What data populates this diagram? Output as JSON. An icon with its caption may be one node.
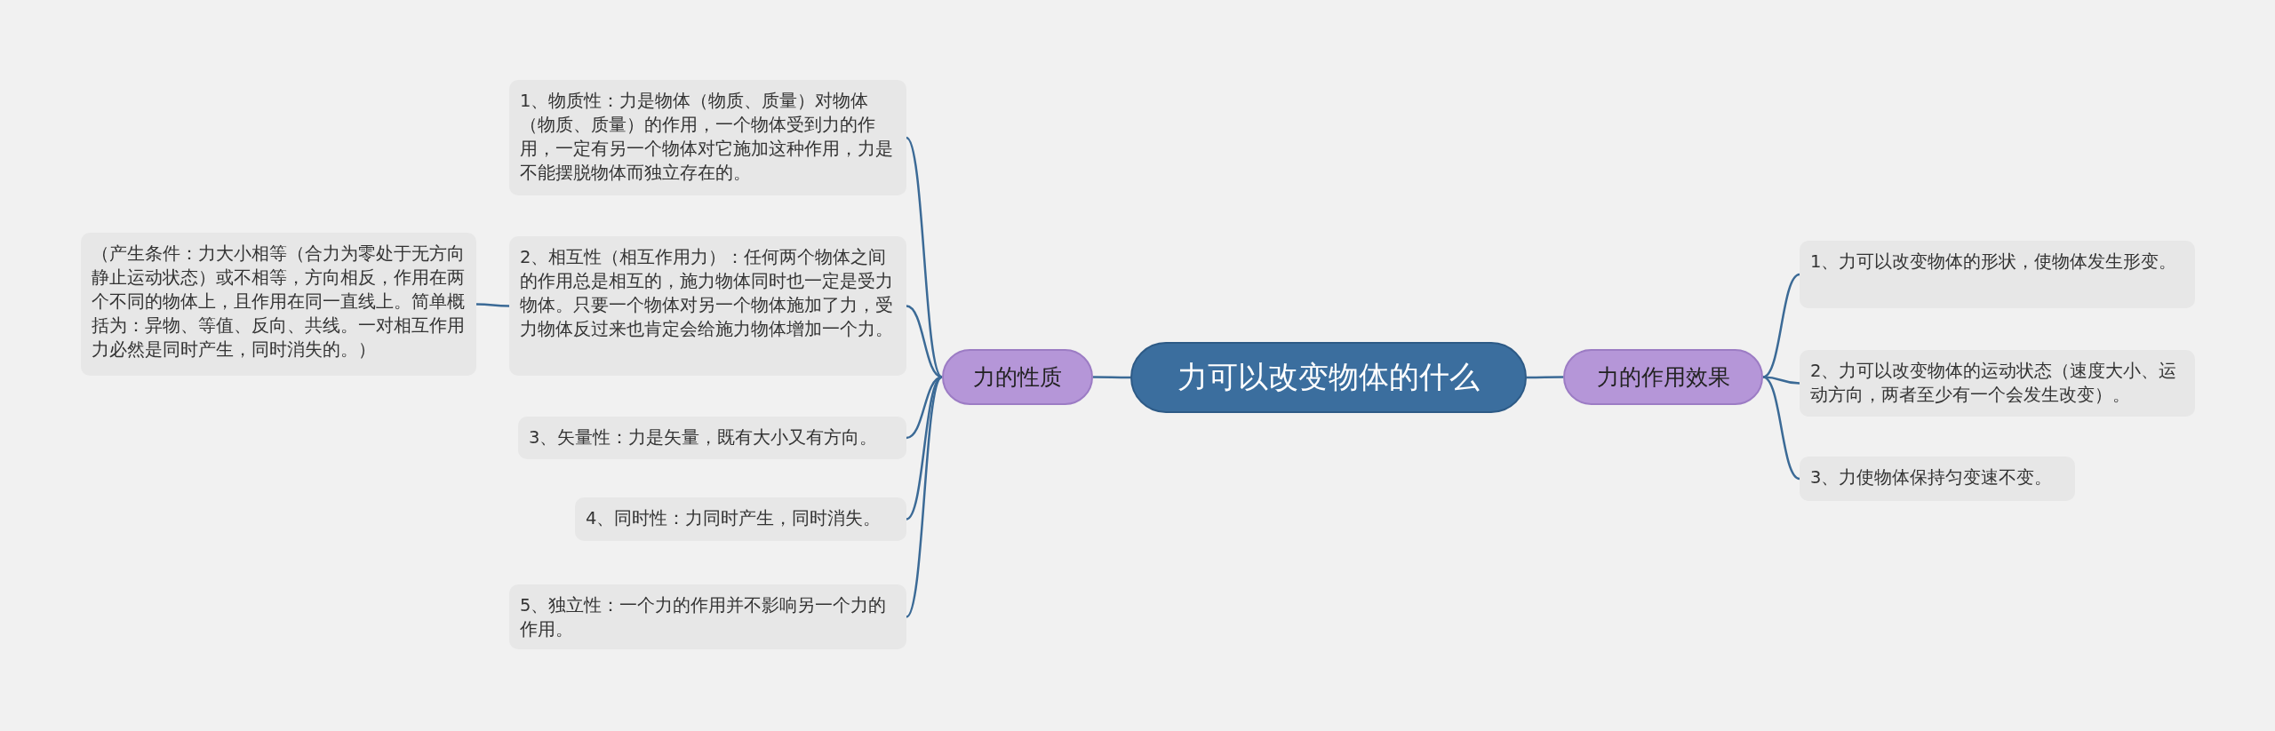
{
  "diagram": {
    "nodes": [
      {
        "text": [
          "力可以改变物体的什么"
        ]
      },
      {
        "text": [
          "力的性质"
        ]
      },
      {
        "text": [
          "力的作用效果"
        ]
      },
      {
        "text": [
          "1、物质性：力是物体（物质、质量）对物体（物质、质量）的作用，一个物体受到力的作用，一定有另一个物体对它施加这种作用，力是不能摆脱物体而独立存在的。"
        ]
      },
      {
        "text": [
          "2、相互性（相互作用力）：任何两个物体之间的作用总是相互的，施力物体同时也一定是受力物体。只要一个物体对另一个物体施加了力，受力物体反过来也肯定会给施力物体增加一个力。"
        ]
      },
      {
        "text": [
          "3、矢量性：力是矢量，既有大小又有方向。"
        ]
      },
      {
        "text": [
          "4、同时性：力同时产生，同时消失。"
        ]
      },
      {
        "text": [
          "5、独立性：一个力的作用并不影响另一个力的作用。"
        ]
      },
      {
        "text": [
          "（产生条件：力大小相等（合力为零处于无方向静止运动状态）或不相等，方向相反，作用在两个不同的物体上，且作用在同一直线上。简单概括为：异物、等值、反向、共线。一对相互作用力必然是同时产生，同时消失的。）"
        ]
      },
      {
        "text": [
          "1、力可以改变物体的形状，使物体发生形变。"
        ]
      },
      {
        "text": [
          "2、力可以改变物体的运动状态（速度大小、运动方向，两者至少有一个会发生改变）。"
        ]
      },
      {
        "text": [
          "3、力使物体保持匀变速不变。"
        ]
      }
    ],
    "edges": [
      {
        "from": 0,
        "to": 1,
        "arrow": "none"
      },
      {
        "from": 0,
        "to": 2,
        "arrow": "none"
      },
      {
        "from": 1,
        "to": 3,
        "arrow": "none"
      },
      {
        "from": 1,
        "to": 4,
        "arrow": "none"
      },
      {
        "from": 1,
        "to": 5,
        "arrow": "none"
      },
      {
        "from": 1,
        "to": 6,
        "arrow": "none"
      },
      {
        "from": 1,
        "to": 7,
        "arrow": "none"
      },
      {
        "from": 4,
        "to": 8,
        "arrow": "none"
      },
      {
        "from": 2,
        "to": 9,
        "arrow": "none"
      },
      {
        "from": 2,
        "to": 10,
        "arrow": "none"
      },
      {
        "from": 2,
        "to": 11,
        "arrow": "none"
      }
    ]
  }
}
